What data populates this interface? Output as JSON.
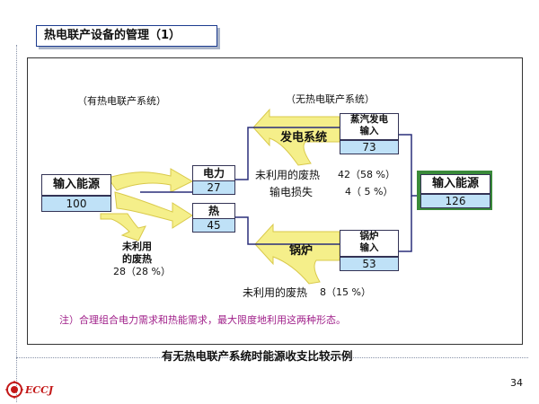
{
  "title": "热电联产设备的管理（1）",
  "left_system": {
    "header": "（有热电联产系统）",
    "input_label": "输入能源",
    "input_value": "100",
    "power_label": "电力",
    "power_value": "27",
    "heat_label": "热",
    "heat_value": "45",
    "waste_heat_line1": "未利用",
    "waste_heat_line2": "的废热",
    "waste_heat_value": "28（28 %）"
  },
  "right_system": {
    "header": "（无热电联产系统）",
    "power_gen_label": "发电系统",
    "steam_gen_line1": "蒸汽发电",
    "steam_gen_line2": "输入",
    "steam_gen_value": "73",
    "waste_heat_label": "未利用的废热",
    "waste_heat_value": "42（58 %）",
    "transmission_loss_label": "输电损失",
    "transmission_loss_value": "4（ 5 %）",
    "input_label": "输入能源",
    "input_value": "126",
    "boiler_label": "锅炉",
    "boiler_input_line1": "锅炉",
    "boiler_input_line2": "输入",
    "boiler_input_value": "53",
    "boiler_waste_label": "未利用的废热",
    "boiler_waste_value": "8（15 %）"
  },
  "note": "注）合理组合电力需求和热能需求，最大限度地利用这两种形态。",
  "caption": "有无热电联产系统时能源收支比较示例",
  "page_number": "34",
  "logo": {
    "text": "ECCJ",
    "color": "#c31818"
  },
  "colors": {
    "flow": "#f5ef8a",
    "flow_stroke": "#d9c94a",
    "value_fill": "#bfe1f7",
    "connector": "#2a2f7a",
    "green": "#3a8a3a",
    "note": "#a0208a"
  }
}
